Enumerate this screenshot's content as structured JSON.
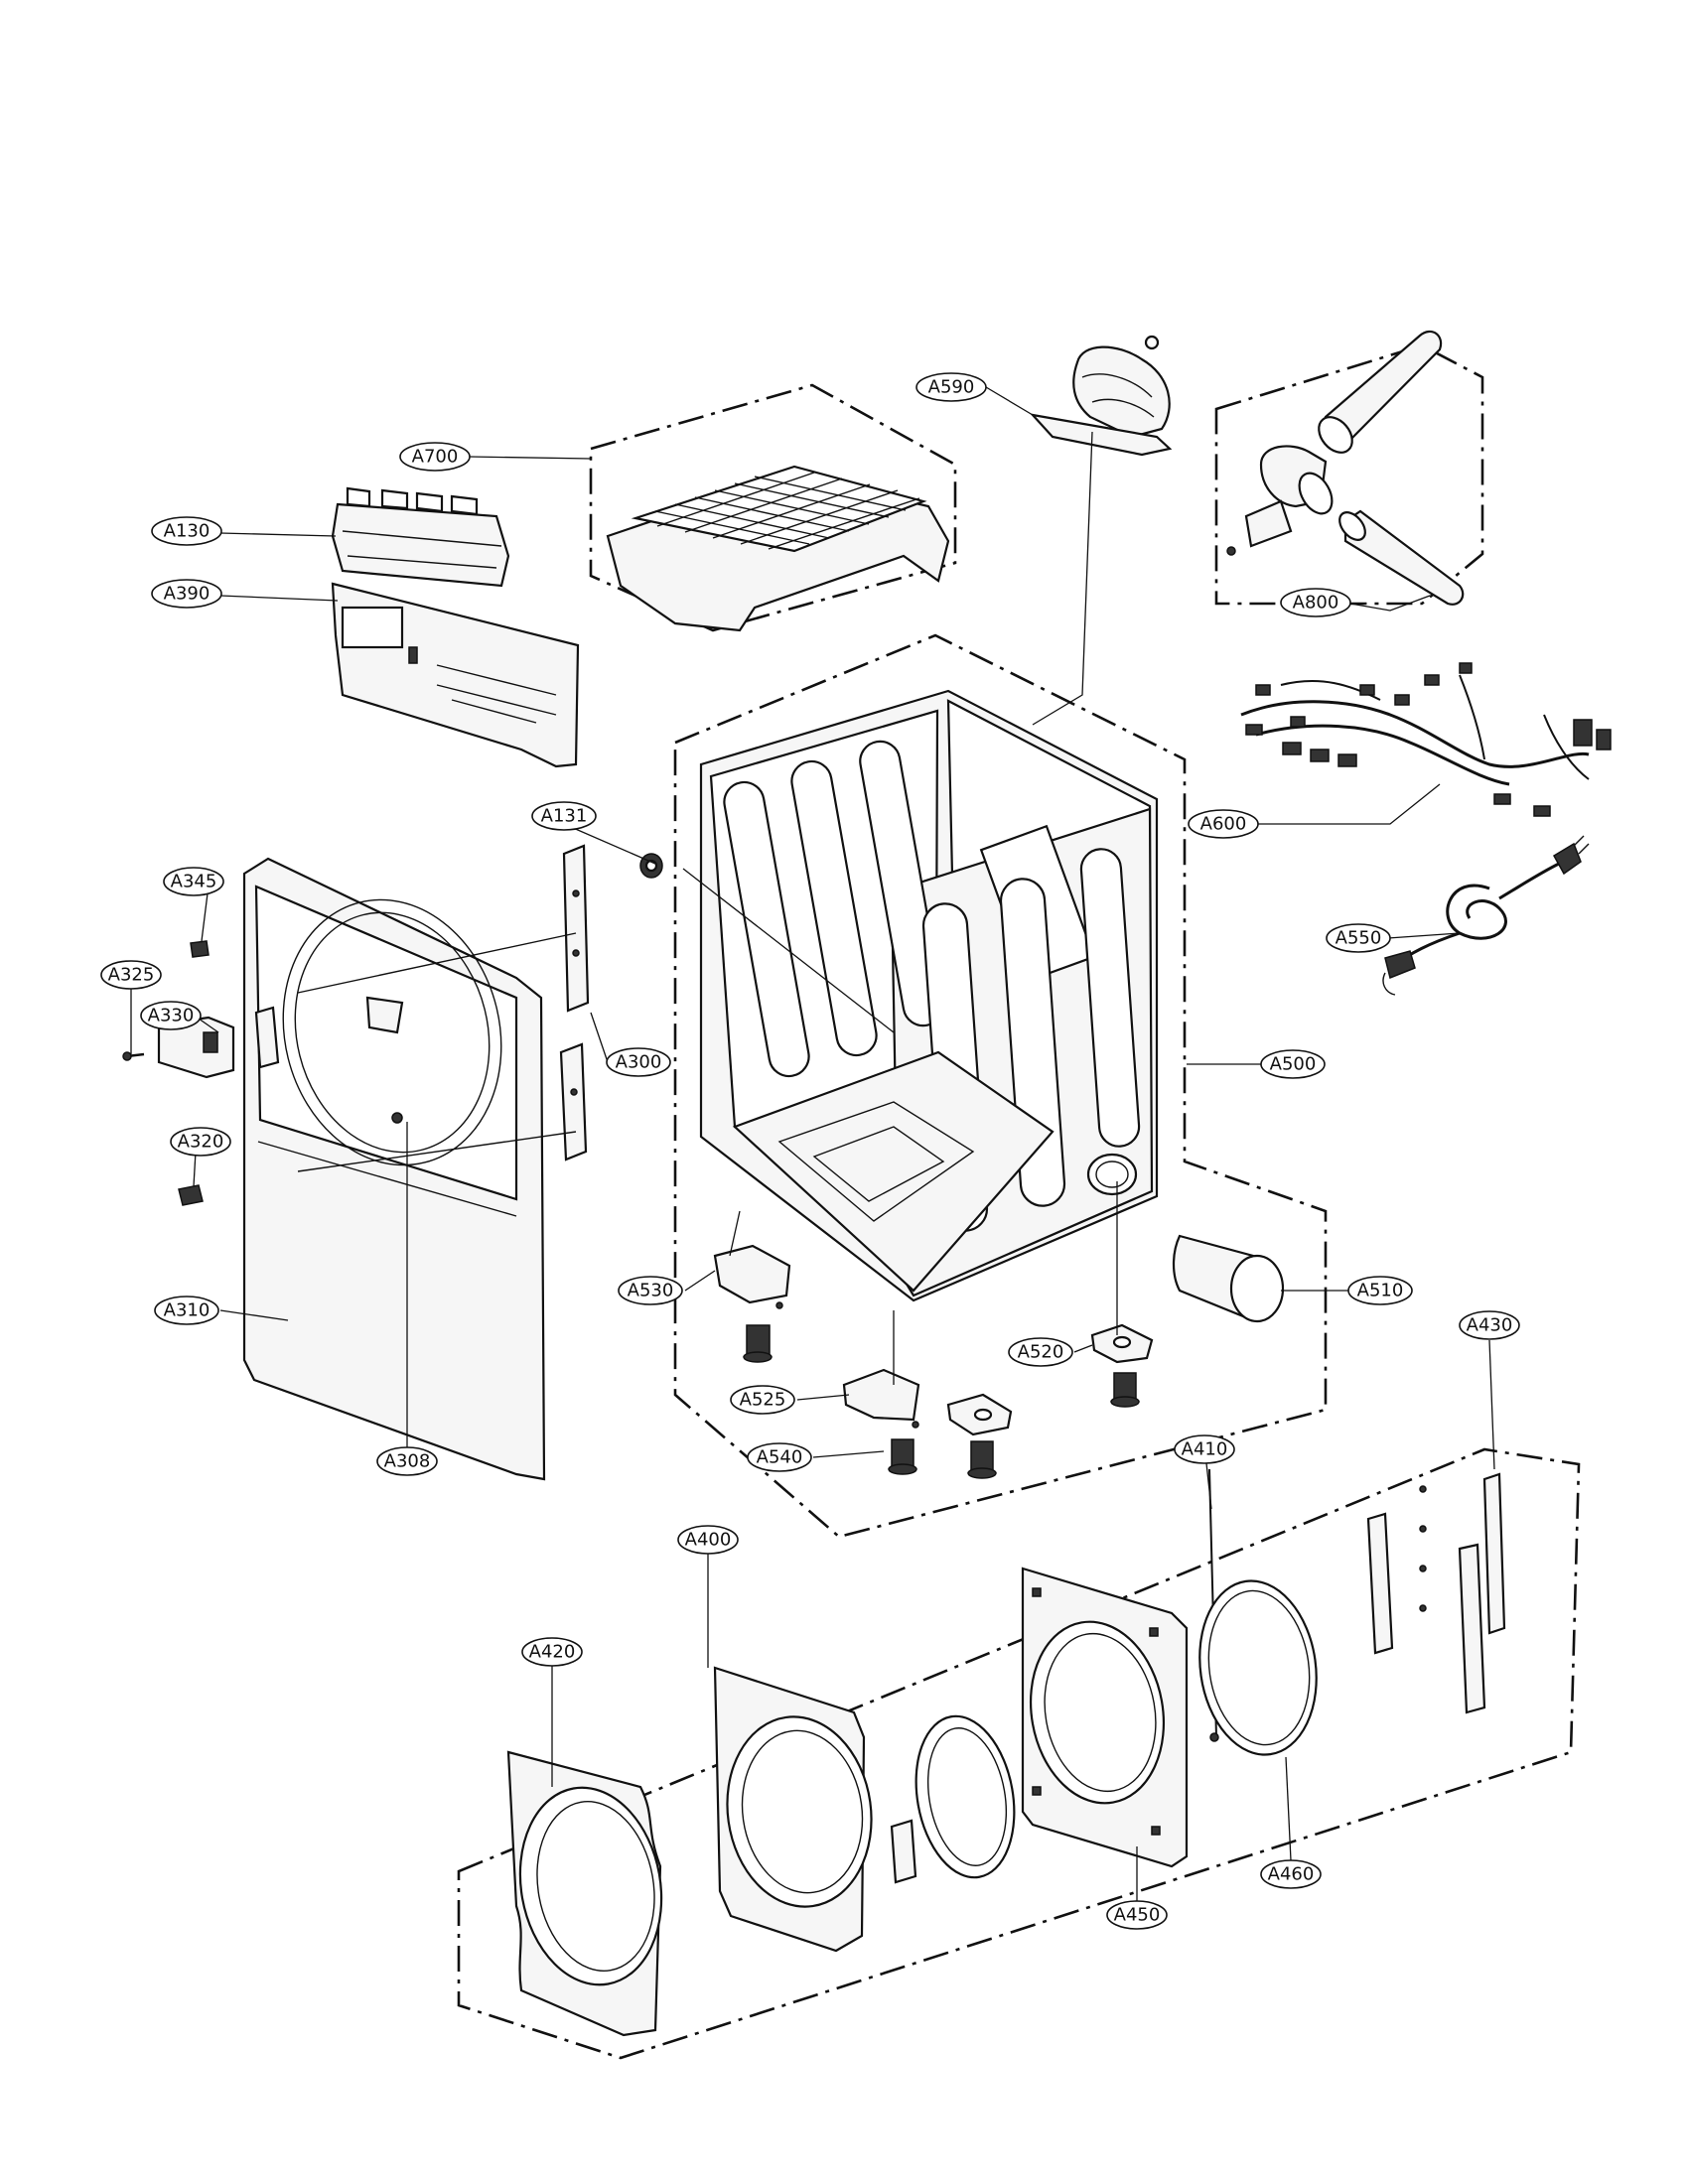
{
  "callouts": [
    {
      "id": "A590",
      "label": "A590"
    },
    {
      "id": "A700",
      "label": "A700"
    },
    {
      "id": "A130",
      "label": "A130"
    },
    {
      "id": "A390",
      "label": "A390"
    },
    {
      "id": "A800",
      "label": "A800"
    },
    {
      "id": "A600",
      "label": "A600"
    },
    {
      "id": "A131",
      "label": "A131"
    },
    {
      "id": "A345",
      "label": "A345"
    },
    {
      "id": "A550",
      "label": "A550"
    },
    {
      "id": "A325",
      "label": "A325"
    },
    {
      "id": "A330",
      "label": "A330"
    },
    {
      "id": "A300",
      "label": "A300"
    },
    {
      "id": "A500",
      "label": "A500"
    },
    {
      "id": "A320",
      "label": "A320"
    },
    {
      "id": "A530",
      "label": "A530"
    },
    {
      "id": "A510",
      "label": "A510"
    },
    {
      "id": "A310",
      "label": "A310"
    },
    {
      "id": "A430",
      "label": "A430"
    },
    {
      "id": "A520",
      "label": "A520"
    },
    {
      "id": "A525",
      "label": "A525"
    },
    {
      "id": "A410",
      "label": "A410"
    },
    {
      "id": "A540",
      "label": "A540"
    },
    {
      "id": "A308",
      "label": "A308"
    },
    {
      "id": "A400",
      "label": "A400"
    },
    {
      "id": "A420",
      "label": "A420"
    },
    {
      "id": "A460",
      "label": "A460"
    },
    {
      "id": "A450",
      "label": "A450"
    }
  ]
}
